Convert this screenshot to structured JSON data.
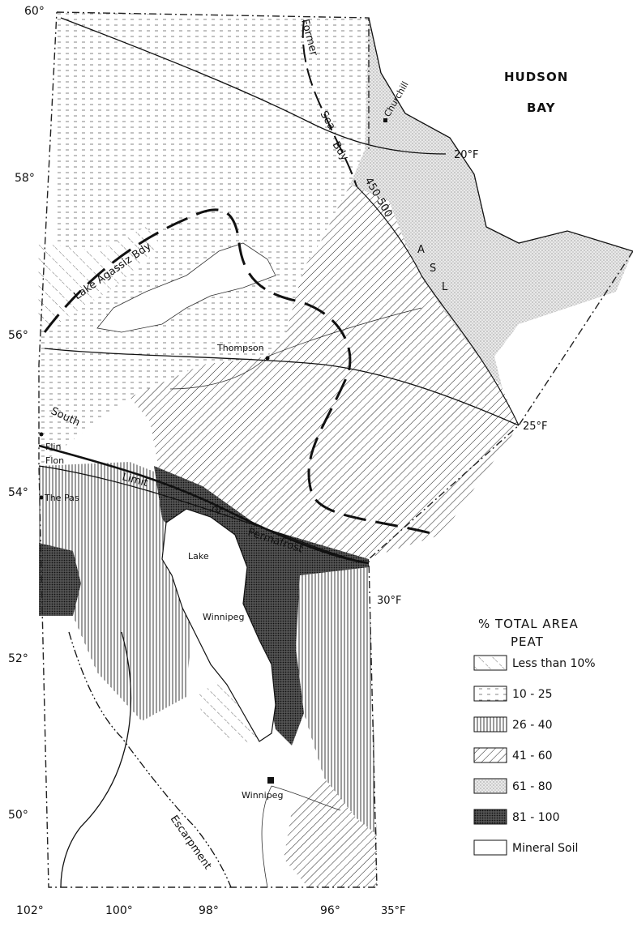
{
  "graticule": {
    "latitudes": [
      "60°",
      "58°",
      "56°",
      "54°",
      "52°",
      "50°"
    ],
    "longitudes": [
      "102°",
      "100°",
      "98°",
      "96°"
    ]
  },
  "places": {
    "churchill": "Churchill",
    "thompson": "Thompson",
    "flin_flon_1": "Flin",
    "flin_flon_2": "Flon",
    "the_pas": "The Pas",
    "winnipeg": "Winnipeg",
    "lake_winnipeg_1": "Lake",
    "lake_winnipeg_2": "Winnipeg"
  },
  "water": {
    "hudson_1": "HUDSON",
    "hudson_2": "BAY"
  },
  "features": {
    "former": "Former",
    "sea": "Sea",
    "bdy": "Bdy",
    "asl_range": "450-500",
    "asl_a": "A",
    "asl_s": "S",
    "asl_l": "L",
    "agassiz": "Lake Agassiz Bdy",
    "south": "South",
    "limit": "Limit",
    "of": "of",
    "permafrost": "Permafrost",
    "escarpment": "Escarpment"
  },
  "isotherms": {
    "t20": "20°F",
    "t25": "25°F",
    "t30": "30°F",
    "t35": "35°F"
  },
  "legend": {
    "title_1": "%  TOTAL  AREA",
    "title_2": "PEAT",
    "items": [
      {
        "label": "Less than 10%",
        "pattern": "sparse-diagonal"
      },
      {
        "label": "10 - 25",
        "pattern": "dashes"
      },
      {
        "label": "26 - 40",
        "pattern": "vertical-lines"
      },
      {
        "label": "41 - 60",
        "pattern": "dense-diagonal"
      },
      {
        "label": "61 - 80",
        "pattern": "stipple"
      },
      {
        "label": "81 - 100",
        "pattern": "dense-dots"
      },
      {
        "label": "Mineral Soil",
        "pattern": "none"
      }
    ]
  }
}
